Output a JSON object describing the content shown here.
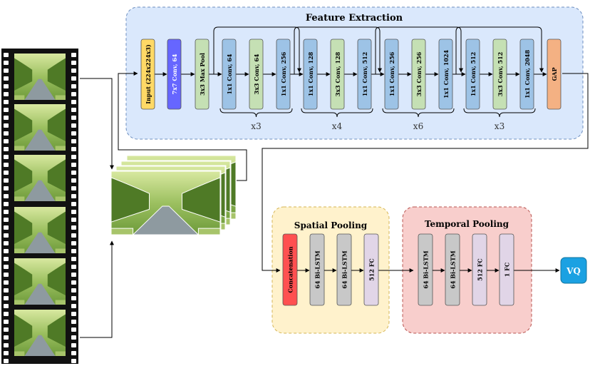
{
  "feature_extraction": {
    "title": "Feature Extraction",
    "blocks": [
      "Input (224x224x3)",
      "7x7 Conv, 64",
      "3x3 Max Pool",
      "1x1 Conv, 64",
      "3x3 Conv, 64",
      "1x1 Conv, 256",
      "1x1 Conv, 128",
      "3x3 Conv, 128",
      "1x1 Conv, 512",
      "1x1 Conv, 256",
      "3x3 Conv, 256",
      "1x1 Conv, 1024",
      "1x1 Conv, 512",
      "3x3 Conv, 512",
      "1x1 Conv, 2048",
      "GAP"
    ],
    "repeats": [
      "x3",
      "x4",
      "x6",
      "x3"
    ]
  },
  "spatial_pooling": {
    "title": "Spatial Pooling",
    "blocks": [
      "Concatenation",
      "64 Bi-LSTM",
      "64 Bi-LSTM",
      "512 FC"
    ]
  },
  "temporal_pooling": {
    "title": "Temporal Pooling",
    "blocks": [
      "64 Bi-LSTM",
      "64 Bi-LSTM",
      "512 FC",
      "1 FC"
    ]
  },
  "output": {
    "label": "VQ"
  },
  "colors": {
    "fe_bg": "#dae8fc",
    "sp_bg": "#fff2cc",
    "tp_bg": "#f8cecc",
    "input": "#ffd966",
    "conv7": "#6666ff",
    "green": "#c5e0b4",
    "blue": "#9dc3e6",
    "gap": "#f4b183",
    "concat": "#ff5050",
    "grey": "#c8c8c8",
    "lavender": "#e1d5e7",
    "vq": "#1ba1e2"
  }
}
